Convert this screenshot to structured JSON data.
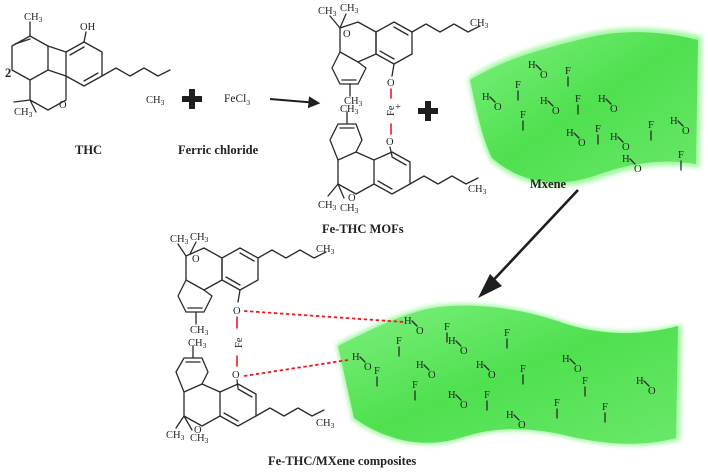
{
  "labels": {
    "thc": "THC",
    "ferric_chloride": "Ferric chloride",
    "fe_thc_mofs": "Fe-THC MOFs",
    "mxene": "Mxene",
    "composites": "Fe-THC/MXene composites"
  },
  "reaction": {
    "coefficient": "2",
    "fecl3_main": "FeCl",
    "fecl3_sub": "3",
    "fe_plus": "+"
  },
  "atoms": {
    "O": "O",
    "H": "H",
    "F": "F",
    "Fe": "Fe",
    "OH": "OH",
    "CH": "CH",
    "sub3": "3"
  },
  "colors": {
    "mxene_green": "#5ce65c",
    "mxene_light": "#9af59a",
    "bond_red": "#e41e26",
    "arrow": "#1e1e1e"
  }
}
